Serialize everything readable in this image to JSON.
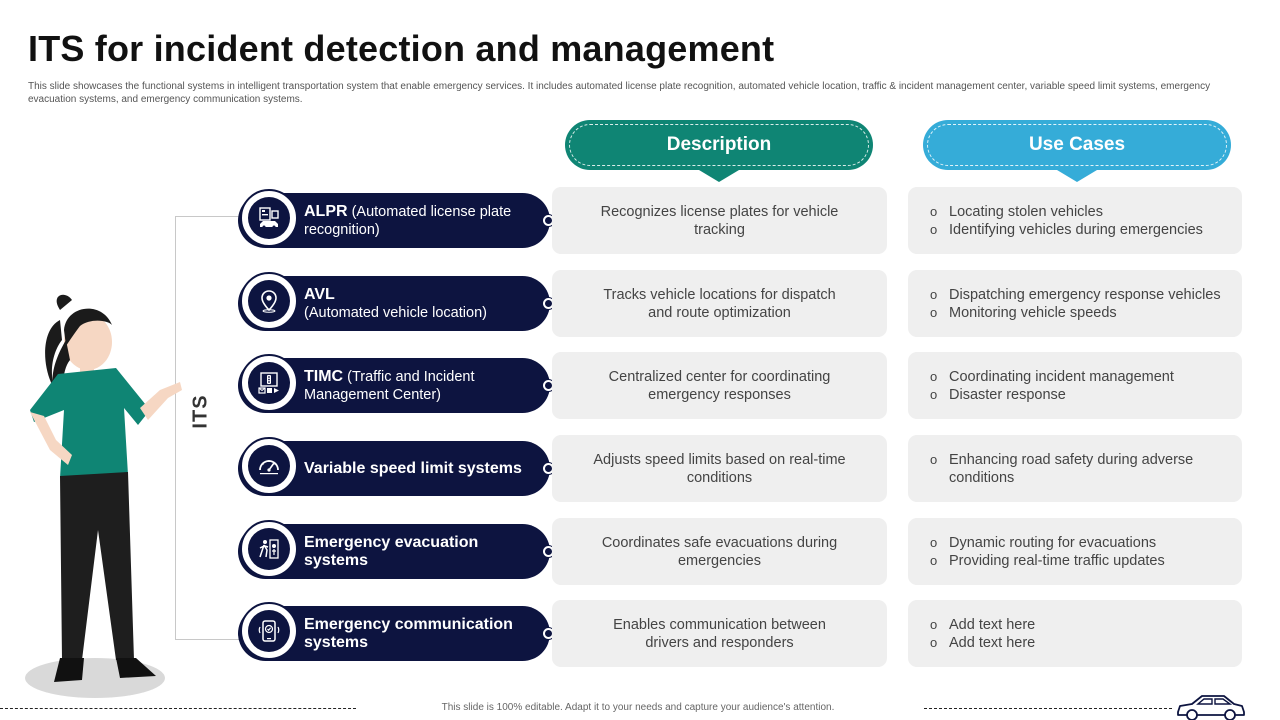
{
  "title": "ITS for incident detection and management",
  "subtitle": "This slide showcases the functional systems in intelligent transportation system that enable emergency services. It includes automated license plate recognition, automated vehicle location, traffic & incident management center, variable speed limit systems, emergency evacuation systems, and emergency communication systems.",
  "headers": {
    "description": "Description",
    "use_cases": "Use Cases"
  },
  "its_label": "ITS",
  "rows": [
    {
      "abbr": "ALPR",
      "full": " (Automated license plate recognition)",
      "icon": "license-plate-icon",
      "description": "Recognizes license plates for vehicle tracking",
      "use_cases": [
        "Locating stolen vehicles",
        "Identifying vehicles during emergencies"
      ]
    },
    {
      "abbr": "AVL",
      "full": "(Automated vehicle location)",
      "icon": "location-pin-icon",
      "description": "Tracks vehicle locations for dispatch and route optimization",
      "use_cases": [
        "Dispatching emergency response vehicles",
        "Monitoring vehicle speeds"
      ]
    },
    {
      "abbr": "TIMC",
      "full": " (Traffic and Incident Management Center)",
      "icon": "traffic-center-icon",
      "description": "Centralized center for coordinating emergency responses",
      "use_cases": [
        "Coordinating incident management",
        "Disaster response"
      ]
    },
    {
      "abbr": "Variable speed limit systems",
      "full": "",
      "icon": "speedometer-icon",
      "description": "Adjusts speed limits based on real-time conditions",
      "use_cases": [
        "Enhancing road safety during adverse conditions"
      ]
    },
    {
      "abbr": "Emergency evacuation systems",
      "full": "",
      "icon": "evacuation-icon",
      "description": "Coordinates safe evacuations during emergencies",
      "use_cases": [
        "Dynamic routing for evacuations",
        "Providing real-time traffic updates"
      ]
    },
    {
      "abbr": "Emergency communication systems",
      "full": "",
      "icon": "communication-phone-icon",
      "description": "Enables communication between drivers and responders",
      "use_cases": [
        "Add text here",
        "Add text here"
      ]
    }
  ],
  "footer": "This slide is 100% editable. Adapt it to your needs and capture your audience's attention.",
  "colors": {
    "navy": "#0d1440",
    "teal": "#0f8574",
    "sky": "#35acd8",
    "card": "#efefef"
  }
}
